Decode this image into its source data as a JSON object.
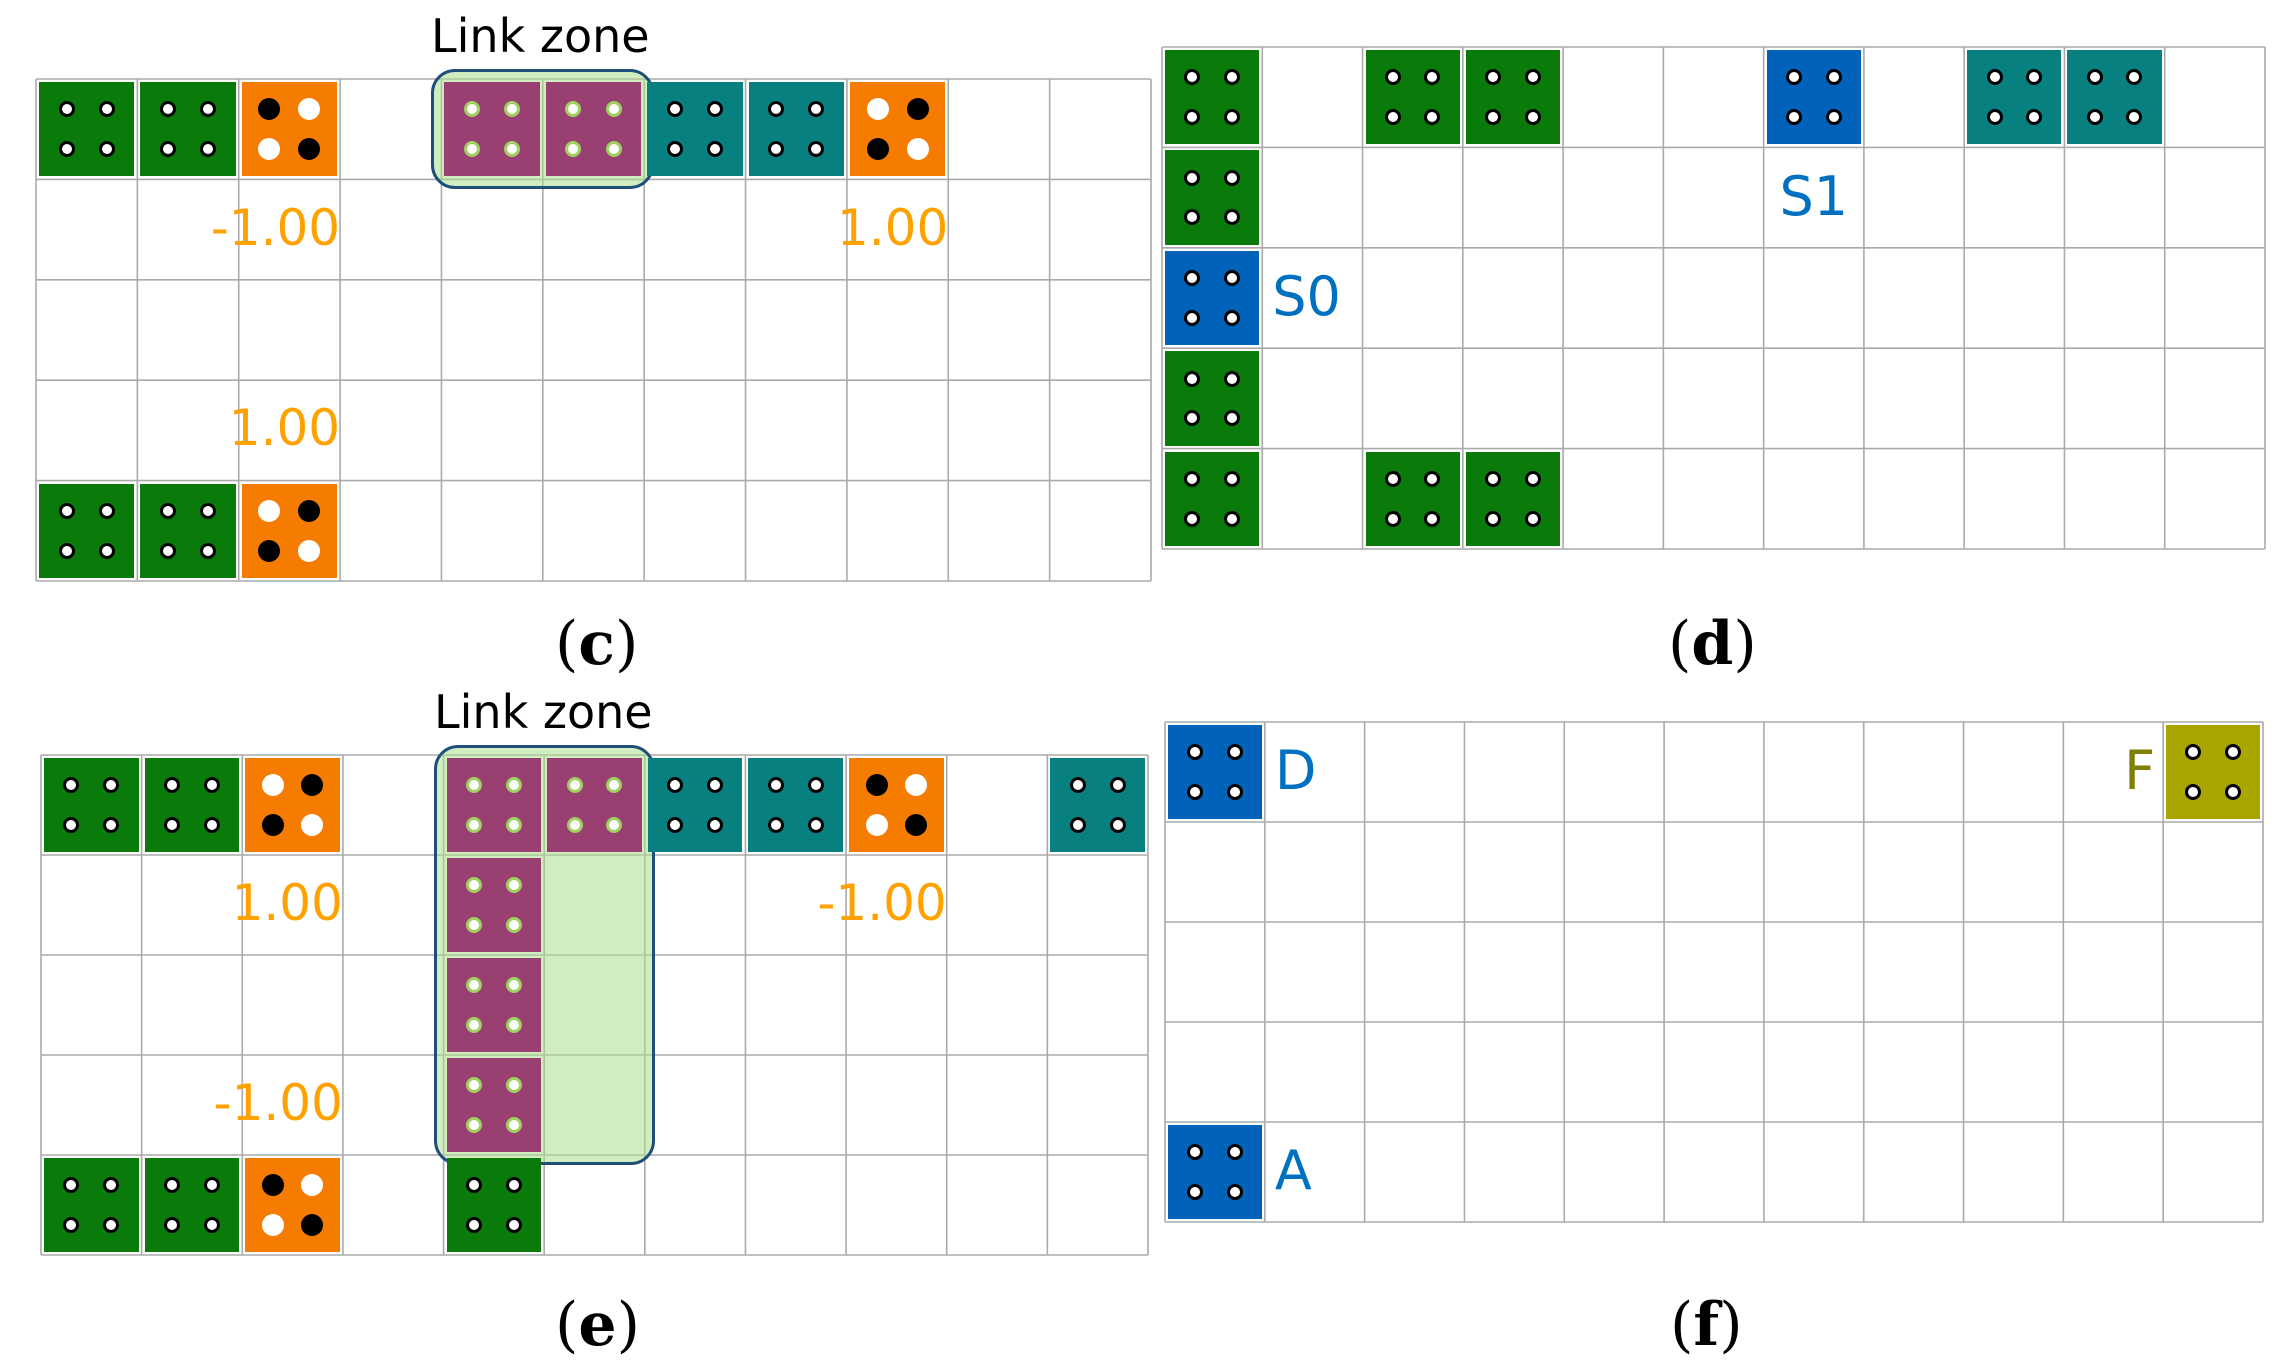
{
  "colors": {
    "green": "#0a7a0a",
    "orange": "#f57c00",
    "purple": "#9a3f72",
    "teal": "#088080",
    "blue": "#0062b8",
    "olive": "#a8a400",
    "number": "#ffa200",
    "label_blue": "#0070c0",
    "label_olive": "#7f7f00",
    "zone_border": "#1f4e79",
    "zone_fill": "#aade8c"
  },
  "panels": [
    {
      "id": "c",
      "caption_open": "(",
      "caption_letter": "c",
      "caption_close": ")",
      "zone_title": "Link zone",
      "zone": {
        "col0": 4,
        "row0": 0,
        "col1": 5,
        "row1": 0
      },
      "blocks": [
        {
          "col": 0,
          "row": 0,
          "color": "green",
          "dots": [
            "ring",
            "ring",
            "ring",
            "ring"
          ]
        },
        {
          "col": 1,
          "row": 0,
          "color": "green",
          "dots": [
            "ring",
            "ring",
            "ring",
            "ring"
          ]
        },
        {
          "col": 2,
          "row": 0,
          "color": "orange",
          "dots": [
            "black",
            "white",
            "white",
            "black"
          ]
        },
        {
          "col": 4,
          "row": 0,
          "color": "purple",
          "dots": [
            "lime",
            "lime",
            "lime",
            "lime"
          ]
        },
        {
          "col": 5,
          "row": 0,
          "color": "purple",
          "dots": [
            "lime",
            "lime",
            "lime",
            "lime"
          ]
        },
        {
          "col": 6,
          "row": 0,
          "color": "teal",
          "dots": [
            "ring",
            "ring",
            "ring",
            "ring"
          ]
        },
        {
          "col": 7,
          "row": 0,
          "color": "teal",
          "dots": [
            "ring",
            "ring",
            "ring",
            "ring"
          ]
        },
        {
          "col": 8,
          "row": 0,
          "color": "orange",
          "dots": [
            "white",
            "black",
            "black",
            "white"
          ]
        },
        {
          "col": 0,
          "row": 4,
          "color": "green",
          "dots": [
            "ring",
            "ring",
            "ring",
            "ring"
          ]
        },
        {
          "col": 1,
          "row": 4,
          "color": "green",
          "dots": [
            "ring",
            "ring",
            "ring",
            "ring"
          ]
        },
        {
          "col": 2,
          "row": 4,
          "color": "orange",
          "dots": [
            "white",
            "black",
            "black",
            "white"
          ]
        }
      ],
      "numbers": [
        {
          "col": 2,
          "row": 1,
          "text": "-1.00"
        },
        {
          "col": 8,
          "row": 1,
          "text": "1.00"
        },
        {
          "col": 2,
          "row": 3,
          "text": "1.00"
        }
      ],
      "labels": []
    },
    {
      "id": "d",
      "caption_open": "(",
      "caption_letter": "d",
      "caption_close": ")",
      "zone_title": "",
      "zone": null,
      "blocks": [
        {
          "col": 0,
          "row": 0,
          "color": "green",
          "dots": [
            "ring",
            "ring",
            "ring",
            "ring"
          ]
        },
        {
          "col": 2,
          "row": 0,
          "color": "green",
          "dots": [
            "ring",
            "ring",
            "ring",
            "ring"
          ]
        },
        {
          "col": 3,
          "row": 0,
          "color": "green",
          "dots": [
            "ring",
            "ring",
            "ring",
            "ring"
          ]
        },
        {
          "col": 6,
          "row": 0,
          "color": "blue",
          "dots": [
            "ring",
            "ring",
            "ring",
            "ring"
          ]
        },
        {
          "col": 8,
          "row": 0,
          "color": "teal",
          "dots": [
            "ring",
            "ring",
            "ring",
            "ring"
          ]
        },
        {
          "col": 9,
          "row": 0,
          "color": "teal",
          "dots": [
            "ring",
            "ring",
            "ring",
            "ring"
          ]
        },
        {
          "col": 0,
          "row": 1,
          "color": "green",
          "dots": [
            "ring",
            "ring",
            "ring",
            "ring"
          ]
        },
        {
          "col": 0,
          "row": 2,
          "color": "blue",
          "dots": [
            "ring",
            "ring",
            "ring",
            "ring"
          ]
        },
        {
          "col": 0,
          "row": 3,
          "color": "green",
          "dots": [
            "ring",
            "ring",
            "ring",
            "ring"
          ]
        },
        {
          "col": 0,
          "row": 4,
          "color": "green",
          "dots": [
            "ring",
            "ring",
            "ring",
            "ring"
          ]
        },
        {
          "col": 2,
          "row": 4,
          "color": "green",
          "dots": [
            "ring",
            "ring",
            "ring",
            "ring"
          ]
        },
        {
          "col": 3,
          "row": 4,
          "color": "green",
          "dots": [
            "ring",
            "ring",
            "ring",
            "ring"
          ]
        }
      ],
      "numbers": [],
      "labels": [
        {
          "col": 6,
          "row": 1,
          "text": "S1",
          "color": "label_blue",
          "align": "center"
        },
        {
          "col": 1,
          "row": 2,
          "text": "S0",
          "color": "label_blue",
          "align": "left"
        }
      ]
    },
    {
      "id": "e",
      "caption_open": "(",
      "caption_letter": "e",
      "caption_close": ")",
      "zone_title": "Link zone",
      "zone": {
        "col0": 4,
        "row0": 0,
        "col1": 5,
        "row1": 3
      },
      "blocks": [
        {
          "col": 0,
          "row": 0,
          "color": "green",
          "dots": [
            "ring",
            "ring",
            "ring",
            "ring"
          ]
        },
        {
          "col": 1,
          "row": 0,
          "color": "green",
          "dots": [
            "ring",
            "ring",
            "ring",
            "ring"
          ]
        },
        {
          "col": 2,
          "row": 0,
          "color": "orange",
          "dots": [
            "white",
            "black",
            "black",
            "white"
          ]
        },
        {
          "col": 4,
          "row": 0,
          "color": "purple",
          "dots": [
            "lime",
            "lime",
            "lime",
            "lime"
          ]
        },
        {
          "col": 5,
          "row": 0,
          "color": "purple",
          "dots": [
            "lime",
            "lime",
            "lime",
            "lime"
          ]
        },
        {
          "col": 6,
          "row": 0,
          "color": "teal",
          "dots": [
            "ring",
            "ring",
            "ring",
            "ring"
          ]
        },
        {
          "col": 7,
          "row": 0,
          "color": "teal",
          "dots": [
            "ring",
            "ring",
            "ring",
            "ring"
          ]
        },
        {
          "col": 8,
          "row": 0,
          "color": "orange",
          "dots": [
            "black",
            "white",
            "white",
            "black"
          ]
        },
        {
          "col": 10,
          "row": 0,
          "color": "teal",
          "dots": [
            "ring",
            "ring",
            "ring",
            "ring"
          ]
        },
        {
          "col": 4,
          "row": 1,
          "color": "purple",
          "dots": [
            "lime",
            "lime",
            "lime",
            "lime"
          ]
        },
        {
          "col": 4,
          "row": 2,
          "color": "purple",
          "dots": [
            "lime",
            "lime",
            "lime",
            "lime"
          ]
        },
        {
          "col": 4,
          "row": 3,
          "color": "purple",
          "dots": [
            "lime",
            "lime",
            "lime",
            "lime"
          ]
        },
        {
          "col": 0,
          "row": 4,
          "color": "green",
          "dots": [
            "ring",
            "ring",
            "ring",
            "ring"
          ]
        },
        {
          "col": 1,
          "row": 4,
          "color": "green",
          "dots": [
            "ring",
            "ring",
            "ring",
            "ring"
          ]
        },
        {
          "col": 2,
          "row": 4,
          "color": "orange",
          "dots": [
            "black",
            "white",
            "white",
            "black"
          ]
        },
        {
          "col": 4,
          "row": 4,
          "color": "green",
          "dots": [
            "ring",
            "ring",
            "ring",
            "ring"
          ]
        }
      ],
      "numbers": [
        {
          "col": 2,
          "row": 1,
          "text": "1.00"
        },
        {
          "col": 8,
          "row": 1,
          "text": "-1.00"
        },
        {
          "col": 2,
          "row": 3,
          "text": "-1.00"
        }
      ],
      "labels": []
    },
    {
      "id": "f",
      "caption_open": "(",
      "caption_letter": "f",
      "caption_close": ")",
      "zone_title": "",
      "zone": null,
      "blocks": [
        {
          "col": 0,
          "row": 0,
          "color": "blue",
          "dots": [
            "ring",
            "ring",
            "ring",
            "ring"
          ]
        },
        {
          "col": 10,
          "row": 0,
          "color": "olive",
          "dots": [
            "ring",
            "ring",
            "ring",
            "ring"
          ]
        },
        {
          "col": 0,
          "row": 4,
          "color": "blue",
          "dots": [
            "ring",
            "ring",
            "ring",
            "ring"
          ]
        }
      ],
      "numbers": [],
      "labels": [
        {
          "col": 1,
          "row": 0,
          "text": "D",
          "color": "label_blue",
          "align": "left"
        },
        {
          "col": 9,
          "row": 0,
          "text": "F",
          "color": "label_olive",
          "align": "right"
        },
        {
          "col": 1,
          "row": 4,
          "text": "A",
          "color": "label_blue",
          "align": "left"
        }
      ]
    }
  ]
}
